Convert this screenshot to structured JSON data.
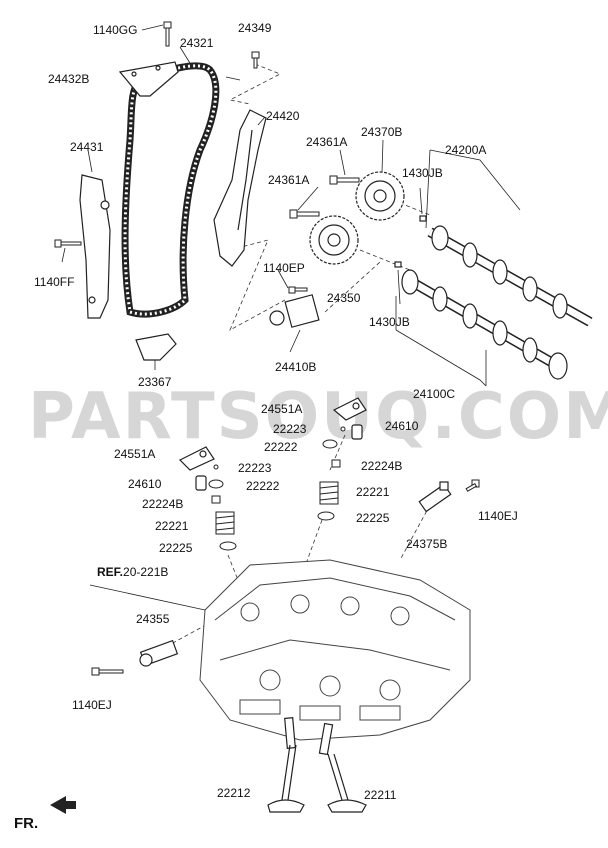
{
  "watermark": "PARTSOUQ.COM",
  "direction_label": "FR.",
  "reference": {
    "prefix": "REF.",
    "code": "20-221B"
  },
  "callouts": {
    "p1140GG": "1140GG",
    "p24321": "24321",
    "p24349": "24349",
    "p24432B": "24432B",
    "p24420": "24420",
    "p24431": "24431",
    "p24361A_a": "24361A",
    "p24370B": "24370B",
    "p24200A": "24200A",
    "p24361A_b": "24361A",
    "p1430JB_a": "1430JB",
    "p1140FF": "1140FF",
    "p1140EP": "1140EP",
    "p24350": "24350",
    "p1430JB_b": "1430JB",
    "p24410B": "24410B",
    "p23367": "23367",
    "p24100C": "24100C",
    "p24551A_a": "24551A",
    "p22223_a": "22223",
    "p24610_a": "24610",
    "p22222_a": "22222",
    "p22224B_a": "22224B",
    "p24551A_b": "24551A",
    "p22223_b": "22223",
    "p24610_b": "24610",
    "p22222_b": "22222",
    "p22221_a": "22221",
    "p1140EJ_a": "1140EJ",
    "p22224B_b": "22224B",
    "p22225_a": "22225",
    "p24375B": "24375B",
    "p22221_b": "22221",
    "p22225_b": "22225",
    "p24355": "24355",
    "p1140EJ_b": "1140EJ",
    "p22212": "22212",
    "p22211": "22211"
  }
}
